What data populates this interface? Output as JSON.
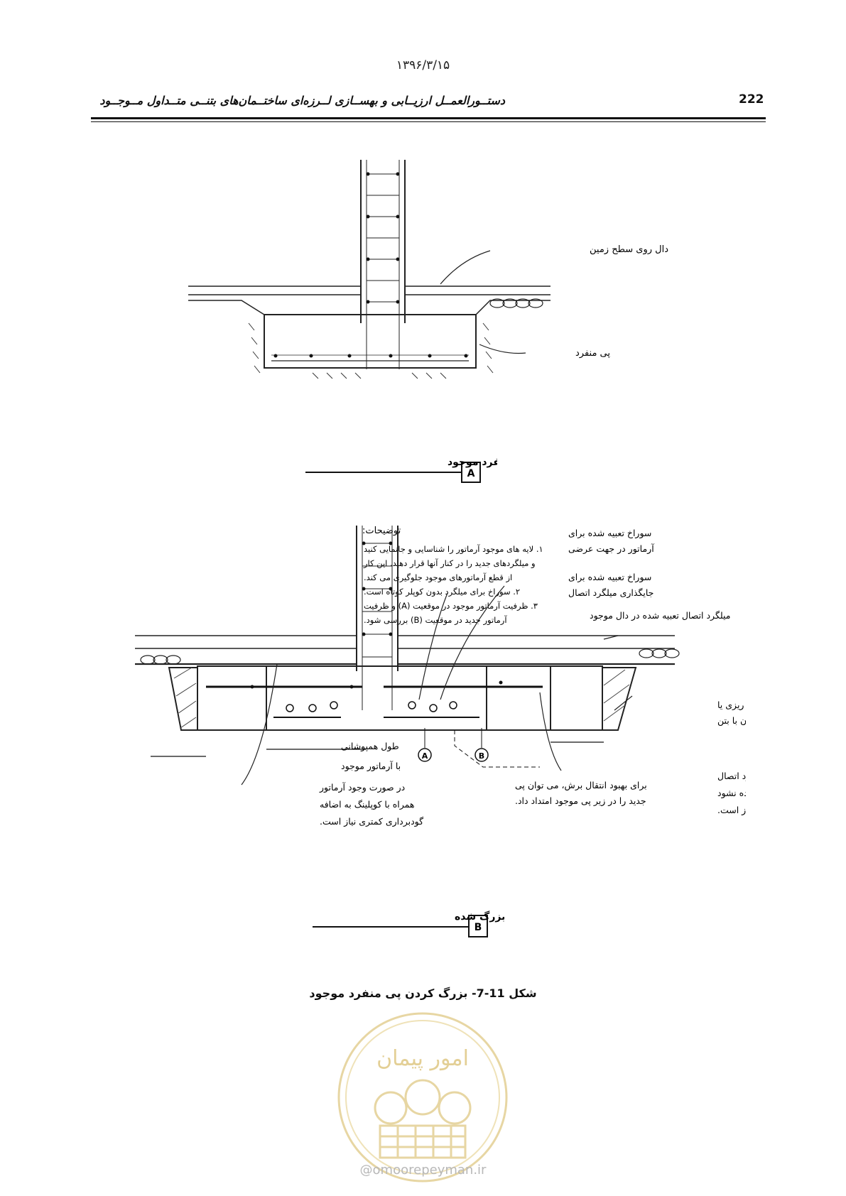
{
  "header": {
    "date": "۱۳۹۶/۳/۱۵",
    "title": "دستــورالعمــل ارزیــابی و بهســازی لــرزه‌ای ساختــمان‌های بتنــی متــداول مــوجــود",
    "page_number": "222"
  },
  "figure_a": {
    "label_slab": "دال روی سطح زمین",
    "label_footing": "پی منفرد",
    "section_title": "پی منفرد موجود",
    "section_letter": "A"
  },
  "figure_b": {
    "notes_title": "توضیحات:",
    "notes": [
      "۱. لایه های موجود آرماتور را شناسایی و جانمایی کنید",
      "و میلگردهای جدید را در کنار آنها قرار دهید. این کار",
      "از قطع آرماتورهای موجود جلوگیری می کند.",
      "۲. سوراخ برای میلگرد بدون کوپلر کوتاه است.",
      "۳. ظرفیت آرماتور موجود در موقعیت (A) و ظرفیت",
      "آرماتور جدید در موقعیت (B) بررسی شود."
    ],
    "label_hole_transverse": [
      "سوراخ تعبیه شده برای",
      "آرماتور در جهت عرضی"
    ],
    "label_hole_dowel": [
      "سوراخ تعبیه شده برای",
      "جایگذاری میلگرد اتصال"
    ],
    "label_dowel_slab": "میلگرد اتصال تعبیه شده در دال موجود",
    "label_backfill": [
      "خاک ریزی یا",
      "پر کردن با بتن"
    ],
    "label_overlap": [
      "طول همپوشانی",
      "با آرماتور موجود"
    ],
    "label_shear": [
      "برای بهبود انتقال برش، می توان پی",
      "جدید را در زیر پی موجود امتداد داد."
    ],
    "label_coupler_less": [
      "در صورت وجود آرماتور",
      "همراه با کوپلینگ به اضافه",
      "گودبرداری کمتری نیاز است."
    ],
    "label_coupler_more": [
      "در صورتی که میلگرد اتصال",
      "همراه با کوپلینگ استفاده نشود",
      "به گودبرداری بیشتری نیاز است."
    ],
    "marker_a": "A",
    "marker_b": "B",
    "section_title": "پی بزرگ شده",
    "section_letter": "B"
  },
  "caption": "شکل 11-7- بزرگ کردن پی منفرد موجود",
  "watermark": {
    "logo_text": "امور پیمان",
    "site": "omoorepeyman.ir"
  }
}
